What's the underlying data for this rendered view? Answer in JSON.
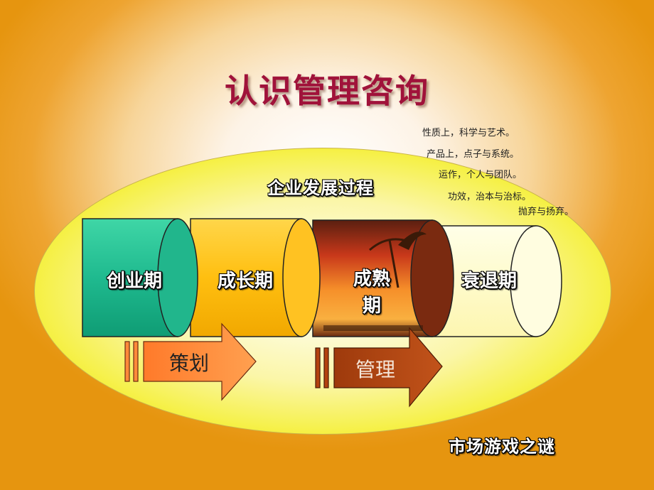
{
  "title": "认识管理咨询",
  "notes": [
    "性质上，科学与艺术。",
    "产品上，点子与系统。",
    "运作，个人与团队。",
    "功效，治本与治标。",
    "抛弃与扬弃。"
  ],
  "process_heading": "企业发展过程",
  "stages": [
    "创业期",
    "成长期",
    "成熟",
    "期",
    "衰退期"
  ],
  "arrows": [
    "策划",
    "管理"
  ],
  "footer": "市场游戏之谜",
  "colors": {
    "title": "#a0123a",
    "stage1": "#1fba8f",
    "stage2": "#ffc21a",
    "stage3": "#e0601a",
    "stage4": "#fefbc8",
    "arrow1": "#ff8a3a",
    "arrow2": "#b3420f"
  }
}
